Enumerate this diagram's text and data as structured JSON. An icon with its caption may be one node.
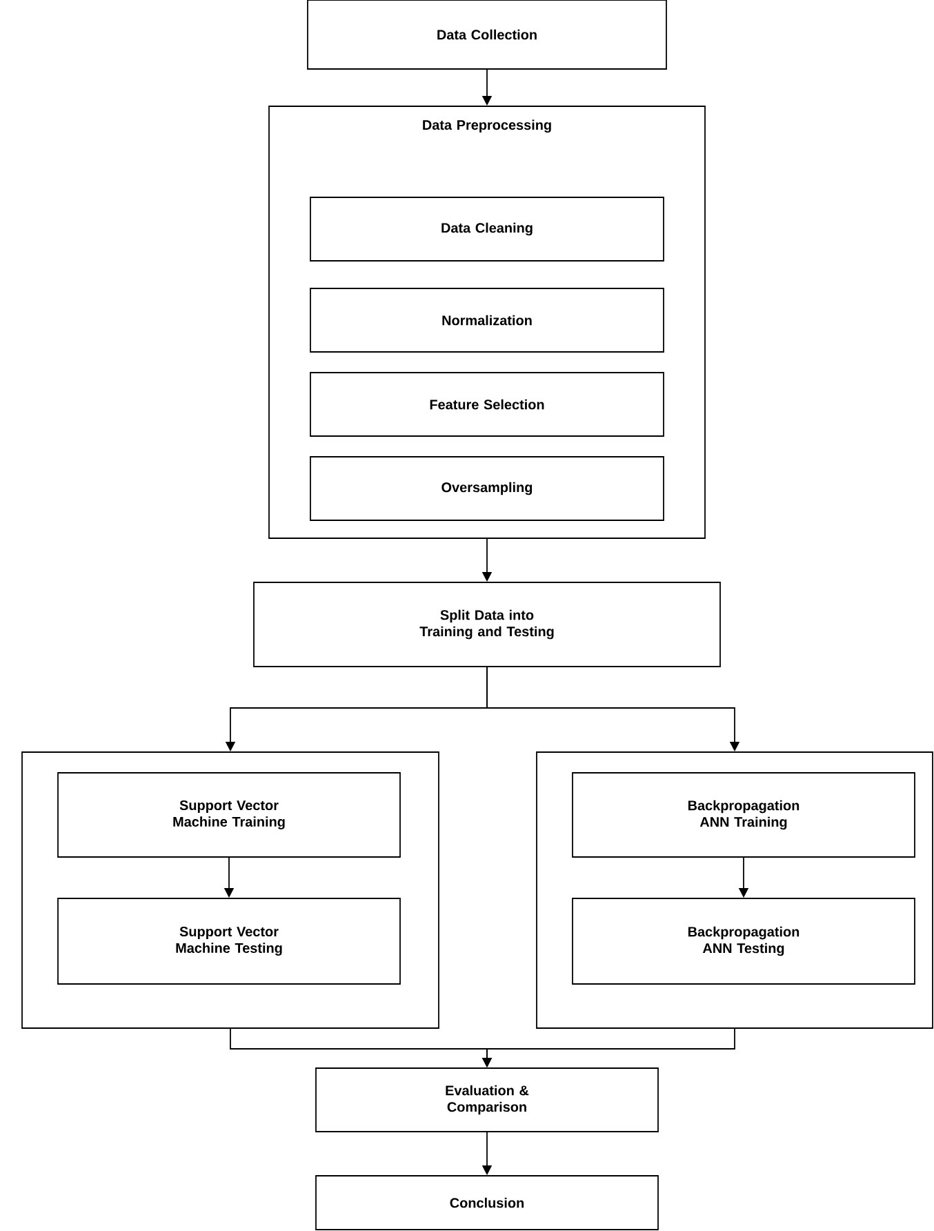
{
  "diagram": {
    "nodes": [
      {
        "text": [
          "Data Collection"
        ]
      },
      {
        "text": [
          "Data Preprocessing"
        ]
      },
      {
        "text": [
          "Data Cleaning"
        ],
        "in": 1
      },
      {
        "text": [
          "Normalization"
        ],
        "in": 1
      },
      {
        "text": [
          "Feature Selection"
        ],
        "in": 1
      },
      {
        "text": [
          "Oversampling"
        ],
        "in": 1
      },
      {
        "text": [
          "Split Data into Training and Testing"
        ]
      },
      {
        "text": [],
        "shape": "box"
      },
      {
        "text": [
          "Support Vector Machine Training"
        ],
        "in": 7
      },
      {
        "text": [
          "Support Vector Machine Testing"
        ],
        "in": 7
      },
      {
        "text": [],
        "shape": "box"
      },
      {
        "text": [
          "Backpropagation ANN Training"
        ],
        "in": 10
      },
      {
        "text": [
          "Backpropagation ANN Testing"
        ],
        "in": 10
      },
      {
        "text": [
          "Evaluation & Comparison"
        ]
      },
      {
        "text": [
          "Conclusion"
        ]
      }
    ],
    "edges": [
      {
        "from": 0,
        "to": 1,
        "arrow": "to"
      },
      {
        "from": 1,
        "to": 6,
        "arrow": "to"
      },
      {
        "from": 6,
        "to": 7,
        "arrow": "to"
      },
      {
        "from": 6,
        "to": 10,
        "arrow": "to"
      },
      {
        "from": 8,
        "to": 9,
        "arrow": "to"
      },
      {
        "from": 11,
        "to": 12,
        "arrow": "to"
      },
      {
        "from": 7,
        "to": 13,
        "arrow": "to"
      },
      {
        "from": 10,
        "to": 13,
        "arrow": "to"
      },
      {
        "from": 13,
        "to": 14,
        "arrow": "to"
      }
    ]
  }
}
